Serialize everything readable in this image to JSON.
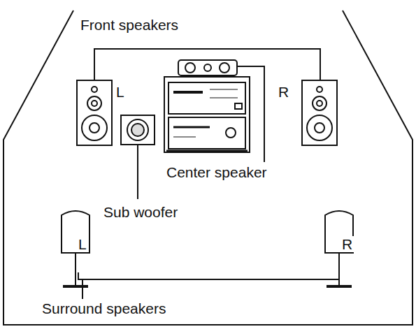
{
  "diagram": {
    "labels": [
      "Front speakers",
      "L",
      "R",
      "Center speaker",
      "Sub woofer",
      "L",
      "R",
      "Surround speakers"
    ]
  }
}
